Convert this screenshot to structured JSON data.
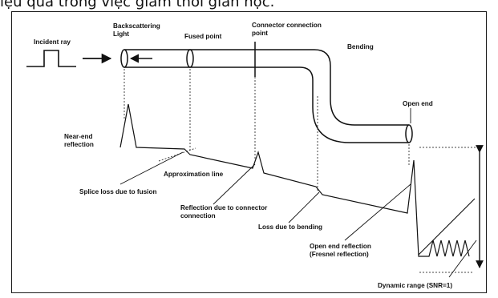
{
  "caption": "iệu quả trong việc giảm thời gian học.",
  "labels": {
    "incident_ray": "Incident ray",
    "backscattering_1": "Backscattering",
    "backscattering_2": "Light",
    "fused_point": "Fused point",
    "connector_1": "Connector connection",
    "connector_2": "point",
    "bending": "Bending",
    "open_end": "Open end",
    "near_end_1": "Near-end",
    "near_end_2": "reflection",
    "approximation_line": "Approximation line",
    "splice_loss": "Splice loss due to fusion",
    "reflection_connector_1": "Reflection due to connector",
    "reflection_connector_2": "connection",
    "loss_bending": "Loss due to bending",
    "open_end_reflection_1": "Open end reflection",
    "open_end_reflection_2": "(Fresnel reflection)",
    "dynamic_range": "Dynamic range (SNR=1)"
  }
}
